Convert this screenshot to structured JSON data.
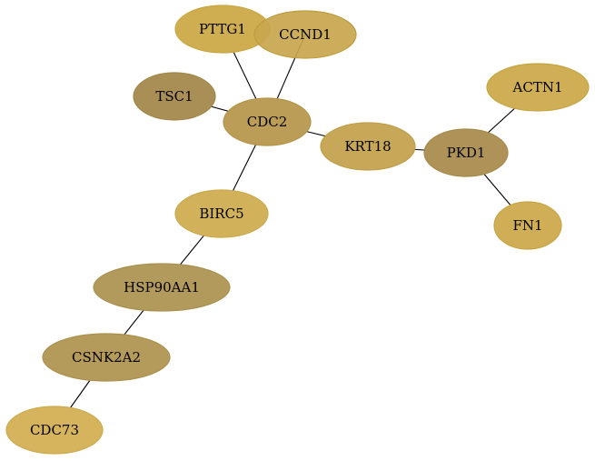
{
  "graph": {
    "nodes": [
      {
        "id": "PTTG1",
        "label": "PTTG1",
        "fill": "#cfae52",
        "stroke": "#c9a640"
      },
      {
        "id": "CCND1",
        "label": "CCND1",
        "fill": "#c8a64e",
        "stroke": "#bf9c3e"
      },
      {
        "id": "TSC1",
        "label": "TSC1",
        "fill": "#a98f55",
        "stroke": "#a08848"
      },
      {
        "id": "CDC2",
        "label": "CDC2",
        "fill": "#bb9d58",
        "stroke": "#b39448"
      },
      {
        "id": "KRT18",
        "label": "KRT18",
        "fill": "#c7a758",
        "stroke": "#be9f4a"
      },
      {
        "id": "PKD1",
        "label": "PKD1",
        "fill": "#ae9258",
        "stroke": "#a68a4a"
      },
      {
        "id": "ACTN1",
        "label": "ACTN1",
        "fill": "#cfae55",
        "stroke": "#c8a646"
      },
      {
        "id": "FN1",
        "label": "FN1",
        "fill": "#cfae55",
        "stroke": "#c8a646"
      },
      {
        "id": "BIRC5",
        "label": "BIRC5",
        "fill": "#d2b15b",
        "stroke": "#caa94c"
      },
      {
        "id": "HSP90AA1",
        "label": "HSP90AA1",
        "fill": "#b29a5c",
        "stroke": "#a9914f"
      },
      {
        "id": "CSNK2A2",
        "label": "CSNK2A2",
        "fill": "#b49a5b",
        "stroke": "#ab914d"
      },
      {
        "id": "CDC73",
        "label": "CDC73",
        "fill": "#d5b45d",
        "stroke": "#ccab4e"
      }
    ],
    "edges": [
      {
        "source": "PTTG1",
        "target": "CDC2"
      },
      {
        "source": "CCND1",
        "target": "CDC2"
      },
      {
        "source": "TSC1",
        "target": "CDC2"
      },
      {
        "source": "CDC2",
        "target": "KRT18"
      },
      {
        "source": "KRT18",
        "target": "PKD1"
      },
      {
        "source": "PKD1",
        "target": "ACTN1"
      },
      {
        "source": "PKD1",
        "target": "FN1"
      },
      {
        "source": "CDC2",
        "target": "BIRC5"
      },
      {
        "source": "BIRC5",
        "target": "HSP90AA1"
      },
      {
        "source": "HSP90AA1",
        "target": "CSNK2A2"
      },
      {
        "source": "CSNK2A2",
        "target": "CDC73"
      }
    ]
  }
}
